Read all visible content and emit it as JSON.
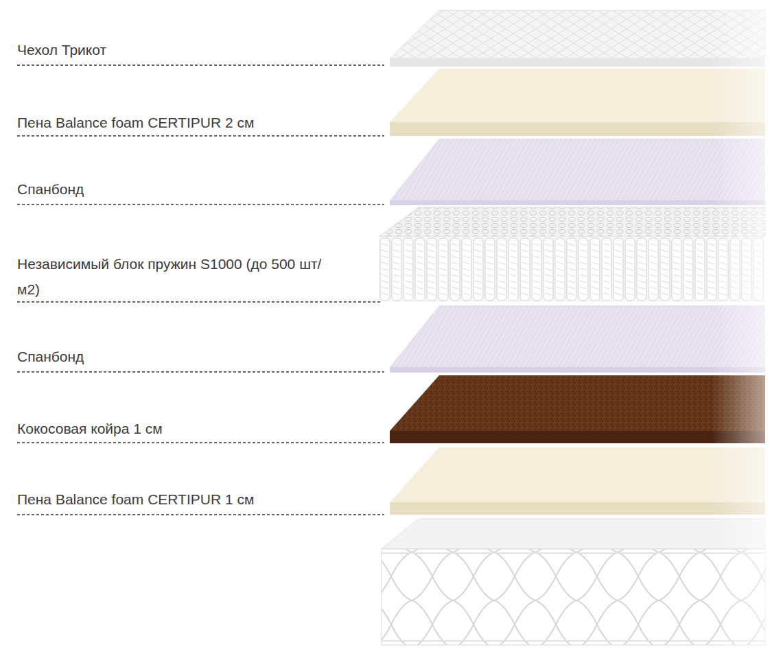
{
  "diagram": {
    "labels": [
      "Чехол Трикот",
      "Пена Balance foam CERTIPUR 2 см",
      "Спанбонд",
      "Независимый блок пружин S1000 (до 500 шт/м2)",
      "Спанбонд",
      "Кокосовая койра 1 см",
      "Пена Balance foam CERTIPUR 1 см"
    ]
  }
}
